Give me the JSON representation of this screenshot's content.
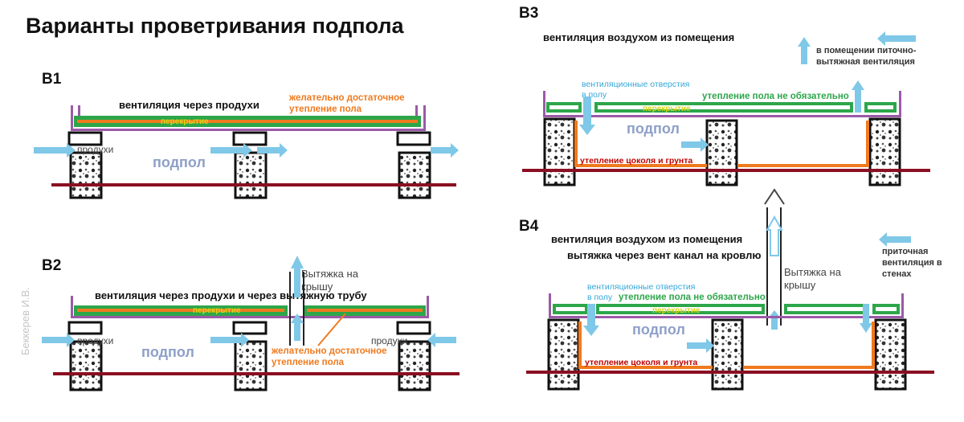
{
  "title": "Варианты проветривания подпола",
  "author": "Беккерев И.В.",
  "colors": {
    "ground": "#8b0f22",
    "insulation": "#f07a1e",
    "board": "#2da64a",
    "post": "#9b5aa8",
    "arrow": "#7fc8e8",
    "podpol": "#8ea0c8",
    "red_text": "#c00000",
    "blue_text": "#35a7d8"
  },
  "b1": {
    "label": "B1",
    "heading": "вентиляция через продухи",
    "insulation_note_1": "желательно достаточное",
    "insulation_note_2": "утепление пола",
    "vent_label": "продухи",
    "podpol": "подпол"
  },
  "b2": {
    "label": "B2",
    "heading": "вентиляция через продухи и через вытяжную трубу",
    "exhaust_1": "Вытяжка на",
    "exhaust_2": "крышу",
    "vent_left": "продухи",
    "vent_right": "продухи",
    "podpol": "подпол",
    "insulation_note_1": "желательно достаточное",
    "insulation_note_2": "утепление пола"
  },
  "b3": {
    "label": "B3",
    "heading": "вентиляция воздухом из помещения",
    "legend_1": "в помещении питочно-",
    "legend_2": "вытяжная вентиляция",
    "holes_1": "вентиляционные отверстия",
    "holes_2": "в полу",
    "floor_note": "утепление пола не обязательно",
    "board_label": "перекрытие",
    "podpol": "подпол",
    "plinth_note": "утепление цоколя и грунта"
  },
  "b4": {
    "label": "B4",
    "heading_1": "вентиляция воздухом из помещения",
    "heading_2": "вытяжка через вент канал на кровлю",
    "legend_1": "приточная",
    "legend_2": "вентиляция в",
    "legend_3": "стенах",
    "exhaust_1": "Вытяжка на",
    "exhaust_2": "крышу",
    "holes_1": "вентиляционные отверстия",
    "holes_2": "в полу",
    "floor_note": "утепление пола не обязательно",
    "board_label": "перекрытие",
    "podpol": "подпол",
    "plinth_note": "утепление цоколя и грунта"
  }
}
